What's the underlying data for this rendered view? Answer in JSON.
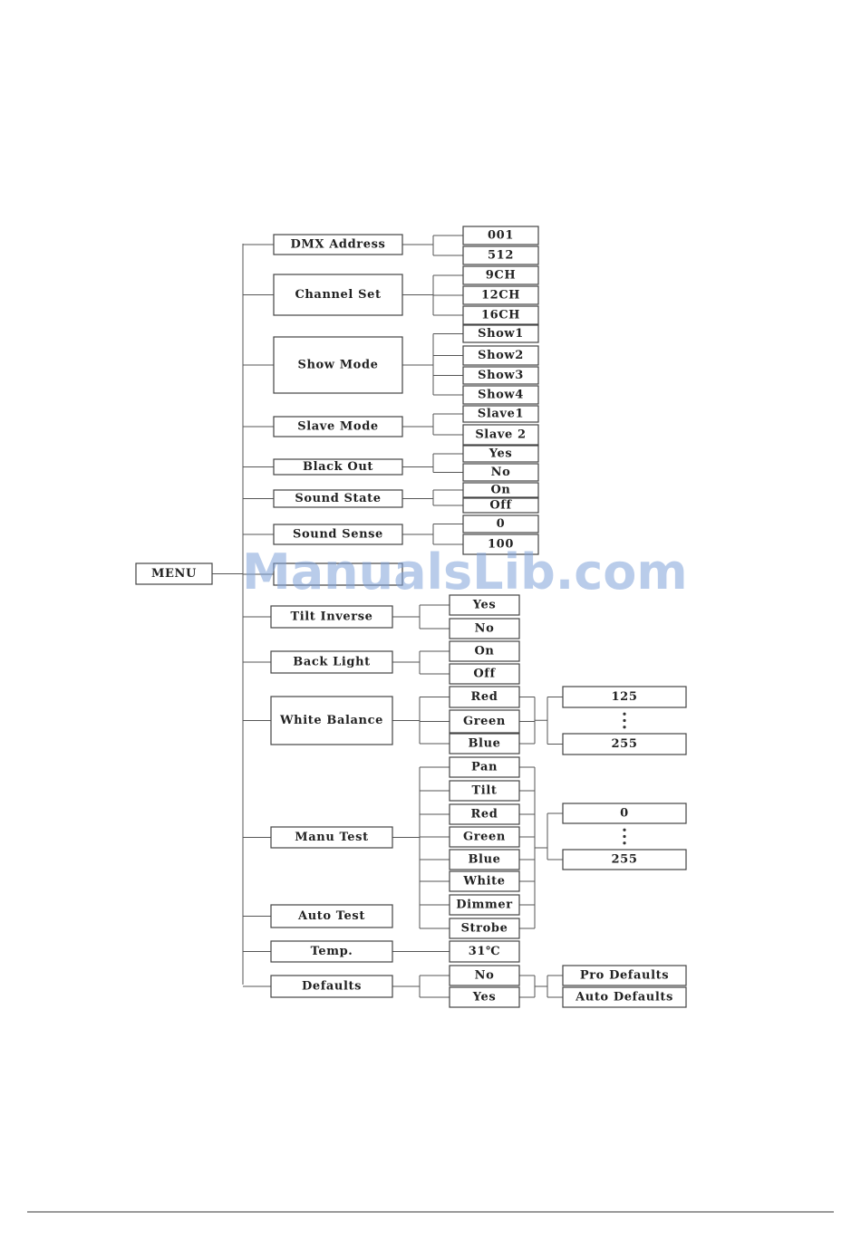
{
  "colors": {
    "line": "#555555",
    "box_border": "#444444",
    "text": "#222222",
    "watermark": "#7fa3d8"
  },
  "watermark": "ManualsLib.com",
  "menu": {
    "label": "MENU"
  },
  "items": [
    {
      "id": "dmx",
      "label": "DMX Address",
      "options": [
        "001",
        "512"
      ]
    },
    {
      "id": "chset",
      "label": "Channel Set",
      "options": [
        "9CH",
        "12CH",
        "16CH"
      ]
    },
    {
      "id": "show",
      "label": "Show Mode",
      "options": [
        "Show1",
        "Show2",
        "Show3",
        "Show4"
      ]
    },
    {
      "id": "slave",
      "label": "Slave Mode",
      "options": [
        "Slave1",
        "Slave 2"
      ]
    },
    {
      "id": "blackout",
      "label": "Black Out",
      "options": [
        "Yes",
        "No"
      ]
    },
    {
      "id": "soundstate",
      "label": "Sound State",
      "options": [
        "On",
        "Off"
      ]
    },
    {
      "id": "soundsense",
      "label": "Sound Sense",
      "options": [
        "0",
        "100"
      ]
    },
    {
      "id": "paninv",
      "label": "",
      "options": []
    },
    {
      "id": "tiltinv",
      "label": "Tilt Inverse",
      "options": [
        "Yes",
        "No"
      ]
    },
    {
      "id": "backlight",
      "label": "Back Light",
      "options": [
        "On",
        "Off"
      ]
    },
    {
      "id": "wb",
      "label": "White Balance",
      "options": [
        "Red",
        "Green",
        "Blue"
      ],
      "range": [
        "125",
        "255"
      ]
    },
    {
      "id": "manu",
      "label": "Manu Test",
      "options": [
        "Pan",
        "Tilt",
        "Red",
        "Green",
        "Blue",
        "White",
        "Dimmer",
        "Strobe"
      ],
      "range": [
        "0",
        "255"
      ]
    },
    {
      "id": "auto",
      "label": "Auto Test",
      "options": []
    },
    {
      "id": "temp",
      "label": "Temp.",
      "options": [
        "31℃"
      ]
    },
    {
      "id": "defaults",
      "label": "Defaults",
      "options": [
        "No",
        "Yes"
      ],
      "sub": [
        "Pro Defaults",
        "Auto Defaults"
      ]
    }
  ]
}
